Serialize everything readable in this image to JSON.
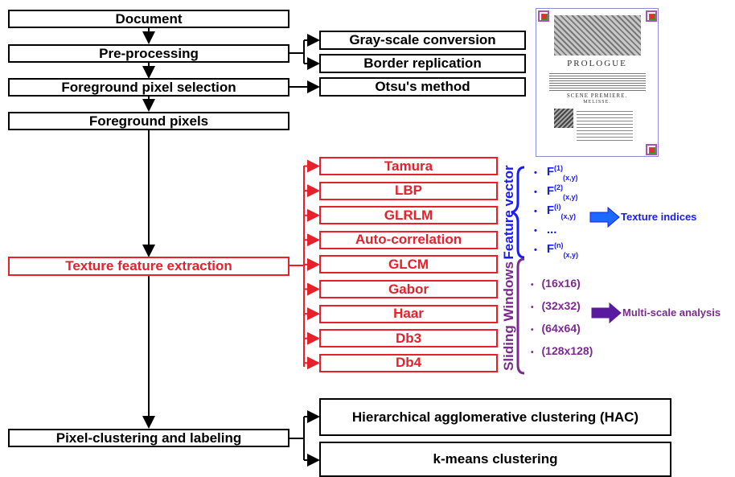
{
  "pipeline": {
    "document": "Document",
    "preprocessing": "Pre-processing",
    "foreground_selection": "Foreground pixel selection",
    "foreground_pixels": "Foreground pixels",
    "texture_extraction": "Texture feature extraction",
    "clustering": "Pixel-clustering and labeling"
  },
  "preprocessing_steps": [
    "Gray-scale conversion",
    "Border replication"
  ],
  "foreground_method": "Otsu's method",
  "texture_methods": [
    "Tamura",
    "LBP",
    "GLRLM",
    "Auto-correlation",
    "GLCM",
    "Gabor",
    "Haar",
    "Db3",
    "Db4"
  ],
  "clustering_methods": [
    "Hierarchical agglomerative clustering (HAC)",
    "k-means clustering"
  ],
  "feature_vector": {
    "label": "Feature vector",
    "items": [
      {
        "base": "F",
        "sup": "(1)",
        "sub": "(x,y)"
      },
      {
        "base": "F",
        "sup": "(2)",
        "sub": "(x,y)"
      },
      {
        "base": "F",
        "sup": "(i)",
        "sub": "(x,y)"
      },
      {
        "base": "...",
        "sup": "",
        "sub": ""
      },
      {
        "base": "F",
        "sup": "(n)",
        "sub": "(x,y)"
      }
    ],
    "output": "Texture indices"
  },
  "sliding_windows": {
    "label": "Sliding Windows",
    "sizes": [
      "(16x16)",
      "(32x32)",
      "(64x64)",
      "(128x128)"
    ],
    "output": "Multi-scale analysis"
  },
  "document_thumbnail": {
    "heading": "PROLOGUE",
    "scene": "SCENE PREMIERE.",
    "character": "MELISSE."
  },
  "colors": {
    "black": "#000000",
    "red": "#e8202a",
    "blue": "#1a1aff",
    "purple": "#7b2a8f"
  }
}
